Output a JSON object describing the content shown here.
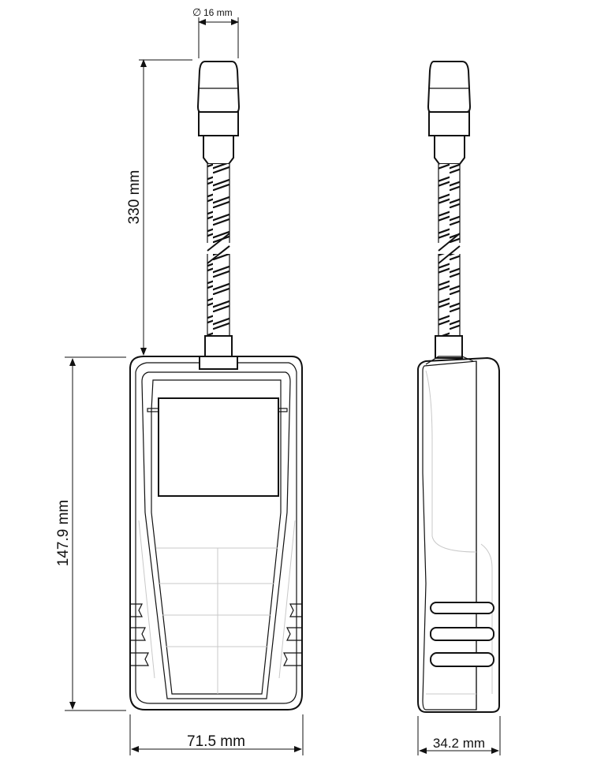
{
  "dimensions": {
    "probe_diameter": "16 mm",
    "probe_length": "330 mm",
    "body_height": "147.9 mm",
    "body_width": "71.5 mm",
    "body_depth": "34.2 mm"
  }
}
